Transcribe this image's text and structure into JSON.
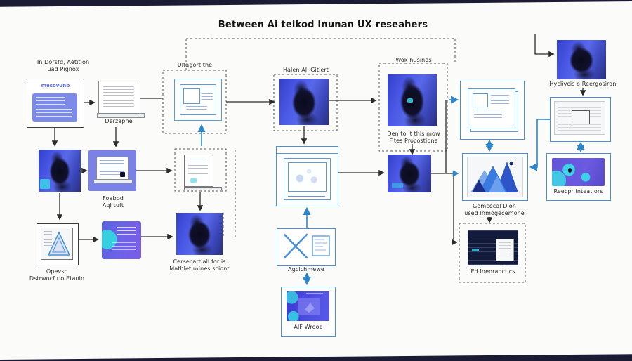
{
  "title": "Between Ai teikod Inunan UX reseahers",
  "colors": {
    "accent_blue": "#2e86c9",
    "box_blue": "#4a90d9",
    "arrow_dark": "#2b2b2b",
    "purple_panel": "#7b82e6",
    "photo_blue": "#4a58e6",
    "dark_screen": "#141b38",
    "cyan": "#39d2e8"
  },
  "nodes": {
    "dorsfd_note": {
      "line1": "In Dorsfd, Aetition",
      "line2": "uad Pignox",
      "panel_title": "mesovunb"
    },
    "derzapne": {
      "label": "Derzapne"
    },
    "ultagort": {
      "label": "Ultagort the"
    },
    "halen": {
      "label": "Halen AJl Gitlert"
    },
    "wok": {
      "label": "Wok husines",
      "caption1": "Den to it this mow",
      "caption2": "Fites Procostione"
    },
    "hyclivcis": {
      "label": "Hyclivcis o Reergosiran"
    },
    "reecpr": {
      "label": "Reecpr inteatiors"
    },
    "gomcecal": {
      "line1": "Gomcecal Dion",
      "line2": "used Inmogecemone"
    },
    "ed_inera": {
      "label": "Ed Ineoradctics"
    },
    "foabod": {
      "line1": "Foabod",
      "line2": "AqI tuft"
    },
    "cersecart": {
      "line1": "Cersecart all for is",
      "line2": "Mathlet mines sciont"
    },
    "opevsc": {
      "line1": "Opevsc",
      "line2": "Dstrwocf rio Etanin"
    },
    "agclchmewe": {
      "label": "Agclchmewe"
    },
    "aif_wrooe": {
      "label": "AIF Wrooe"
    }
  }
}
